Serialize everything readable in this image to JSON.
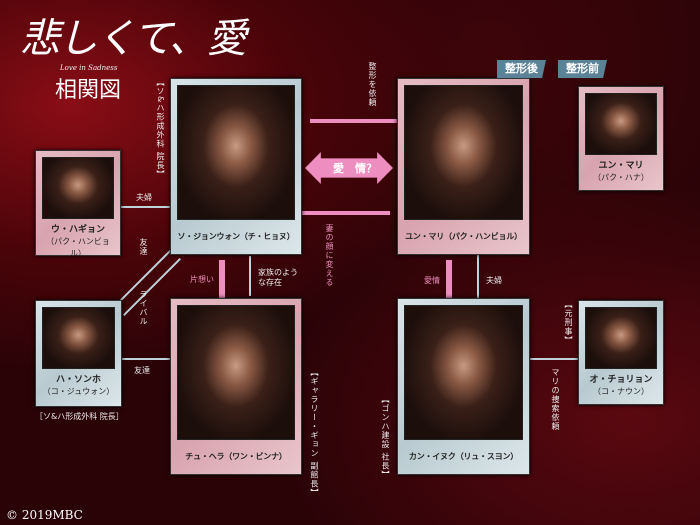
{
  "header": {
    "title": "悲しくて、愛",
    "subtitle": "Love in Sadness",
    "chart_title": "相関図"
  },
  "tags": {
    "after": "整形後",
    "before": "整形前"
  },
  "characters": {
    "jeongwon": {
      "name": "ソ・ジョンウォン（チ・ヒョヌ）",
      "role": "【ソ&ハ形成外科 院長】"
    },
    "hagyeong": {
      "name": "ウ・ハギョン",
      "actor": "（パク・ハンビョル）"
    },
    "sonho": {
      "name": "ハ・ソンホ",
      "actor": "（コ・ジュウォン）",
      "role": "［ソ&ハ形成外科 院長］"
    },
    "hera": {
      "name": "チュ・ヘラ（ワン・ビンナ）",
      "role": "【ギャラリー・ギョン 副館長】"
    },
    "mari": {
      "name": "ユン・マリ（パク・ハンビョル）"
    },
    "mari_before": {
      "name": "ユン・マリ",
      "actor": "（パク・ハナ）"
    },
    "inuk": {
      "name": "カン・イヌク（リュ・スヨン）",
      "role": "【ゴンハ建設 社長】"
    },
    "cheoryeon": {
      "name": "オ・チョリョン",
      "actor": "（コ・ナウン）",
      "role": "【元刑事】"
    }
  },
  "relations": {
    "couple1": "夫婦",
    "friend1": "友達",
    "rival": "ライバル",
    "friend2": "友達",
    "one_sided": "片想い",
    "family_like": "家族のような存在",
    "surgery_request": "整形を依頼",
    "love_q": "愛　情？",
    "change_face": "妻の顔に変える",
    "love": "愛情",
    "couple2": "夫婦",
    "search_request": "マリの捜索依頼"
  },
  "copyright": "© 2019MBC"
}
